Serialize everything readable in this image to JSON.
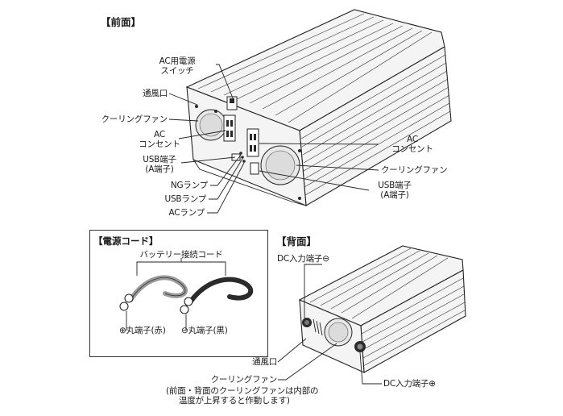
{
  "front": {
    "heading": "【前面】",
    "labels": {
      "ac_switch_1": "AC用電源",
      "ac_switch_2": "スイッチ",
      "vent": "通風口",
      "cooling_fan_left": "クーリングファン",
      "ac_outlet_left_1": "AC",
      "ac_outlet_left_2": "コンセント",
      "usb_left_1": "USB端子",
      "usb_left_2": "(A端子)",
      "ng_lamp": "NGランプ",
      "usb_lamp": "USBランプ",
      "ac_lamp": "ACランプ",
      "ac_outlet_right_1": "AC",
      "ac_outlet_right_2": "コンセント",
      "cooling_fan_right": "クーリングファン",
      "usb_right_1": "USB端子",
      "usb_right_2": "(A端子)"
    }
  },
  "cord": {
    "heading": "【電源コード】",
    "battery_cord": "バッテリー接続コード",
    "terminal_red": "⊕丸端子(赤)",
    "terminal_black": "⊖丸端子(黒)"
  },
  "back": {
    "heading": "【背面】",
    "labels": {
      "dc_minus": "DC入力端子⊖",
      "vent": "通風口",
      "dc_plus": "DC入力端子⊕",
      "cooling_fan": "クーリングファン",
      "note_1": "(前面・背面のクーリングファンは内部の",
      "note_2": "温度が上昇すると作動します)"
    }
  }
}
